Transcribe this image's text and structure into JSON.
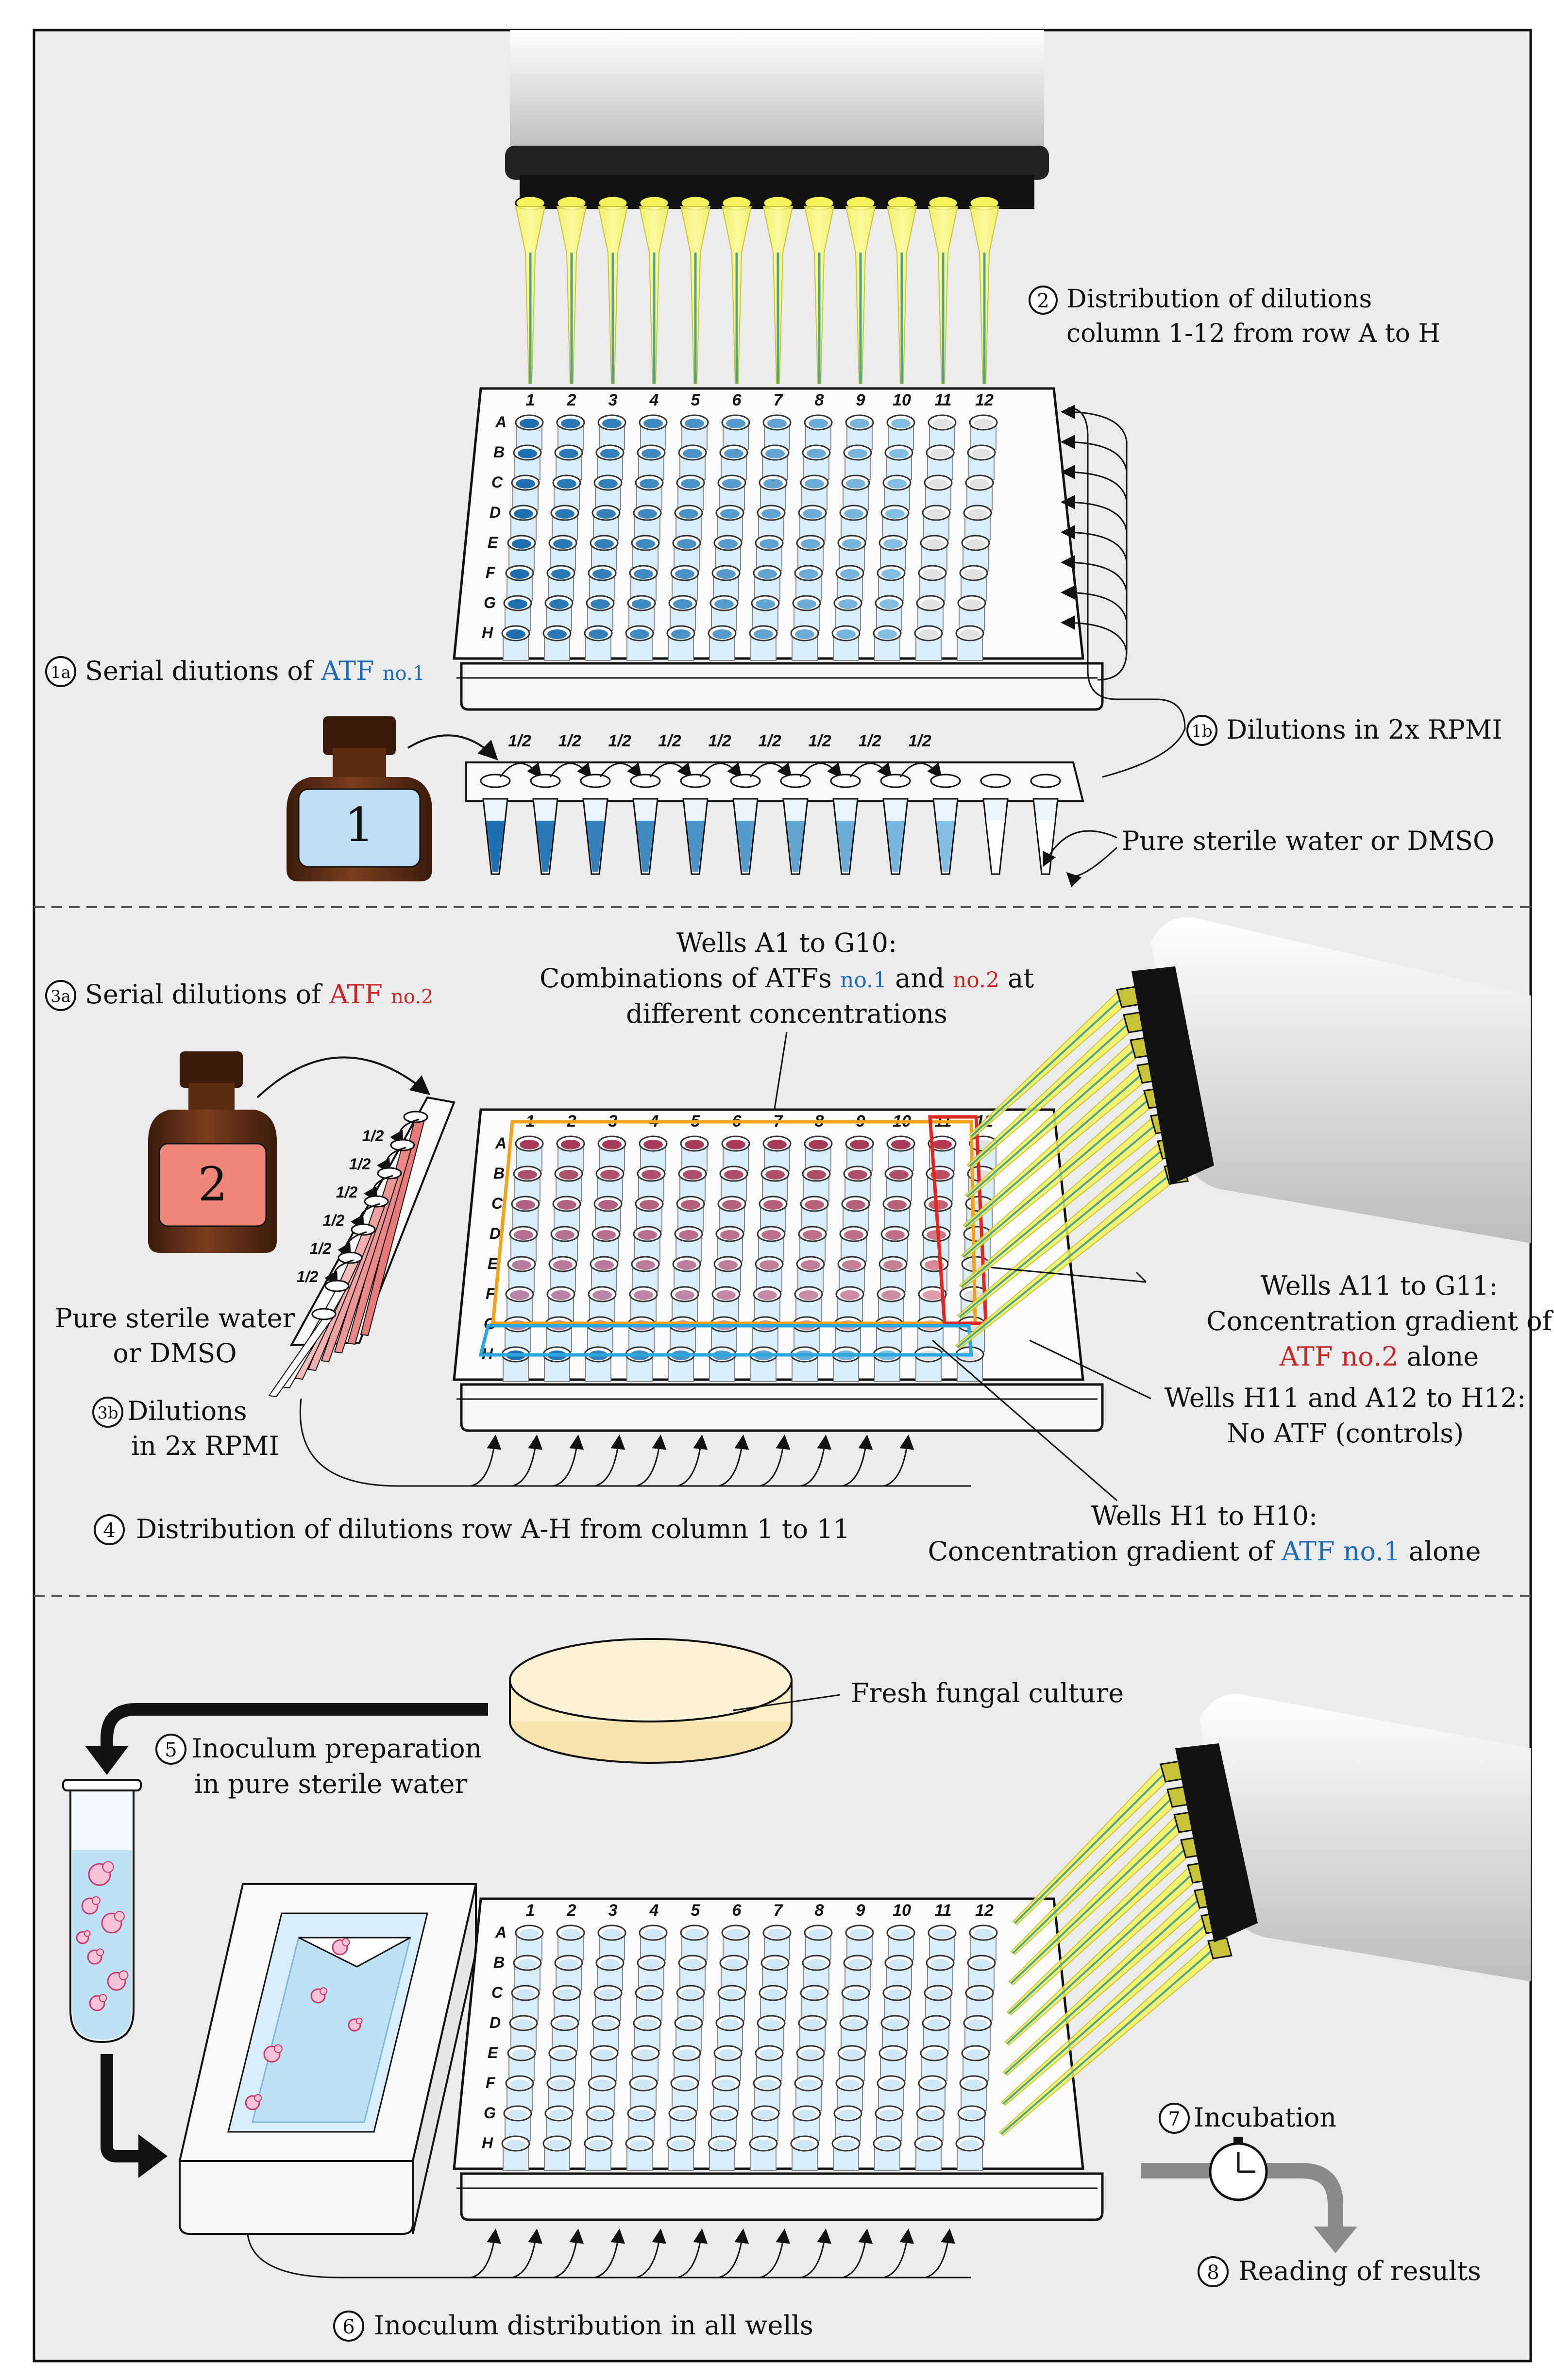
{
  "colors": {
    "panel_bg": "#ececec",
    "border": "#111111",
    "blue_well": "#2f86c2",
    "light_blue": "#c9e6f7",
    "red_text": "#c62828",
    "blue_text": "#1f6bb5",
    "orange_box": "#f4a21b",
    "red_box": "#e3261f",
    "cyan_box": "#29a8e0",
    "tip_yellow": "#f4f25a",
    "bottle_brown": "#4a2412",
    "bottle_label_blue": "#bfe0f4",
    "bottle_label_red": "#f0867a",
    "petri_fill": "#fbefc8"
  },
  "plate_labels": {
    "rows": [
      "A",
      "B",
      "C",
      "D",
      "E",
      "F",
      "G",
      "H"
    ],
    "cols": [
      "1",
      "2",
      "3",
      "4",
      "5",
      "6",
      "7",
      "8",
      "9",
      "10",
      "11",
      "12"
    ]
  },
  "panel1": {
    "step2_num": "2",
    "step2_line1": "Distribution of dilutions",
    "step2_line2": "column 1-12 from row A to H",
    "step1a_num": "1a",
    "step1a_text": "Serial diutions of",
    "step1a_atf": "ATF",
    "step1a_no": "no.1",
    "bottle_number": "1",
    "half_label": "1/2",
    "step1b_num": "1b",
    "step1b_text": "Dilutions in 2x RPMI",
    "water_text": "Pure sterile water or DMSO"
  },
  "panel2": {
    "step3a_num": "3a",
    "step3a_text": "Serial dilutions of",
    "step3a_atf": "ATF",
    "step3a_no": "no.2",
    "bottle_number": "2",
    "half_label": "1/2",
    "wells_a1_line1": "Wells A1 to G10:",
    "wells_a1_line2a": "Combinations of ATFs",
    "wells_a1_no1": "no.1",
    "wells_a1_and": "and",
    "wells_a1_no2": "no.2",
    "wells_a1_at": "at",
    "wells_a1_line3": "different concentrations",
    "water_line1": "Pure sterile water",
    "water_line2": "or DMSO",
    "step3b_num": "3b",
    "step3b_line1": "Dilutions",
    "step3b_line2": "in 2x RPMI",
    "wells_a11_line1": "Wells A11 to G11:",
    "wells_a11_line2": "Concentration gradient of",
    "wells_a11_atf": "ATF no.2",
    "wells_a11_alone": "alone",
    "wells_h11_line1": "Wells H11 and A12 to H12:",
    "wells_h11_line2": "No ATF (controls)",
    "step4_num": "4",
    "step4_text": "Distribution of dilutions row A-H from column 1 to 11",
    "wells_h1_line1": "Wells H1 to H10:",
    "wells_h1_line2": "Concentration gradient of",
    "wells_h1_atf": "ATF no.1",
    "wells_h1_alone": "alone"
  },
  "panel3": {
    "fresh_culture": "Fresh fungal culture",
    "step5_num": "5",
    "step5_line1": "Inoculum preparation",
    "step5_line2": "in pure sterile water",
    "step7_num": "7",
    "step7_text": "Incubation",
    "step8_num": "8",
    "step8_text": "Reading of results",
    "step6_num": "6",
    "step6_text": "Inoculum distribution in all wells"
  }
}
